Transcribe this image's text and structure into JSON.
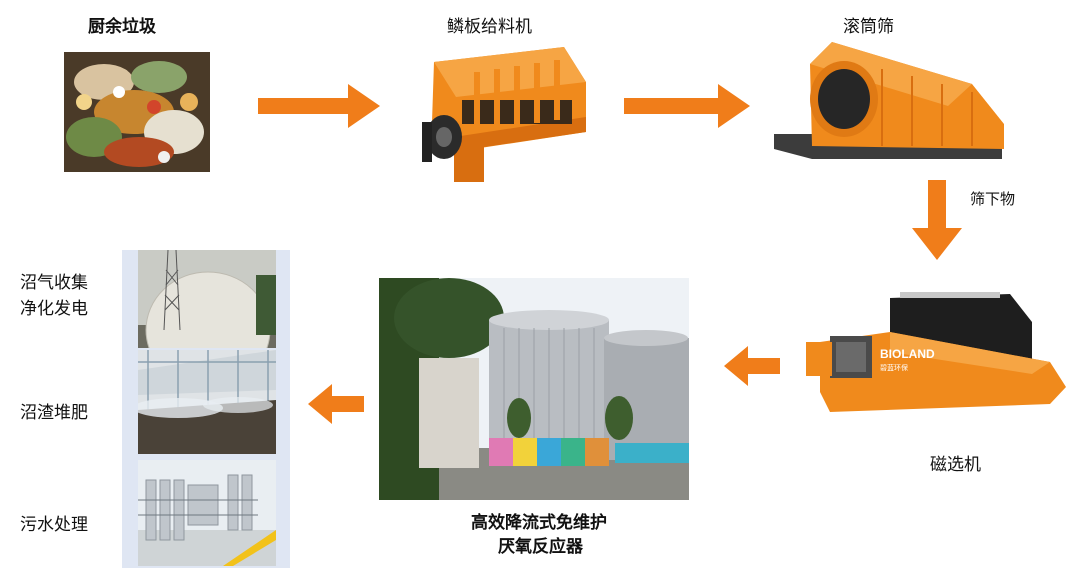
{
  "steps": {
    "food_waste": "厨余垃圾",
    "scale_feeder": "鳞板给料机",
    "trommel": "滚筒筛",
    "undersize": "筛下物",
    "magnetic_separator": "磁选机",
    "reactor_line1": "高效降流式免维护",
    "reactor_line2": "厌氧反应器",
    "biogas_line1": "沼气收集",
    "biogas_line2": "净化发电",
    "composting": "沼渣堆肥",
    "wastewater": "污水处理"
  },
  "machine_brand": {
    "name": "BIOLAND",
    "sub": "碧蓝环保"
  },
  "colors": {
    "arrow": "#f07d1a",
    "machine_orange": "#f08a1c",
    "panel_blue": "#dfe6f3"
  },
  "icons": [
    "flow-arrow-right",
    "flow-arrow-down",
    "flow-arrow-left"
  ]
}
